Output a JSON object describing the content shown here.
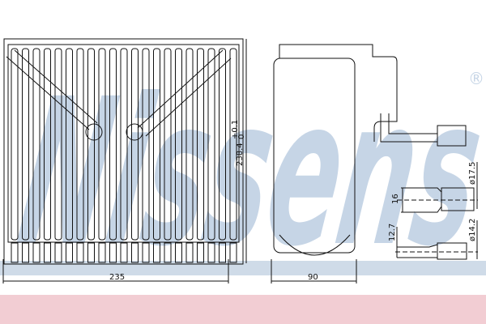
{
  "watermark": {
    "text": "Nissens",
    "registered_mark": "®",
    "color": "#c6d5e6"
  },
  "bands": {
    "blue": "#cfdbe8",
    "pink": "#f2cdd3"
  },
  "dimensions": {
    "core_width": "235",
    "core_height": "238.4",
    "core_height_tolerance_upper": "+0.1",
    "core_height_tolerance_lower": "0",
    "depth": "90",
    "fitting_large_length": "16",
    "fitting_large_diameter": "ø17.5",
    "fitting_small_length": "12.7",
    "fitting_small_diameter": "ø14.2"
  }
}
